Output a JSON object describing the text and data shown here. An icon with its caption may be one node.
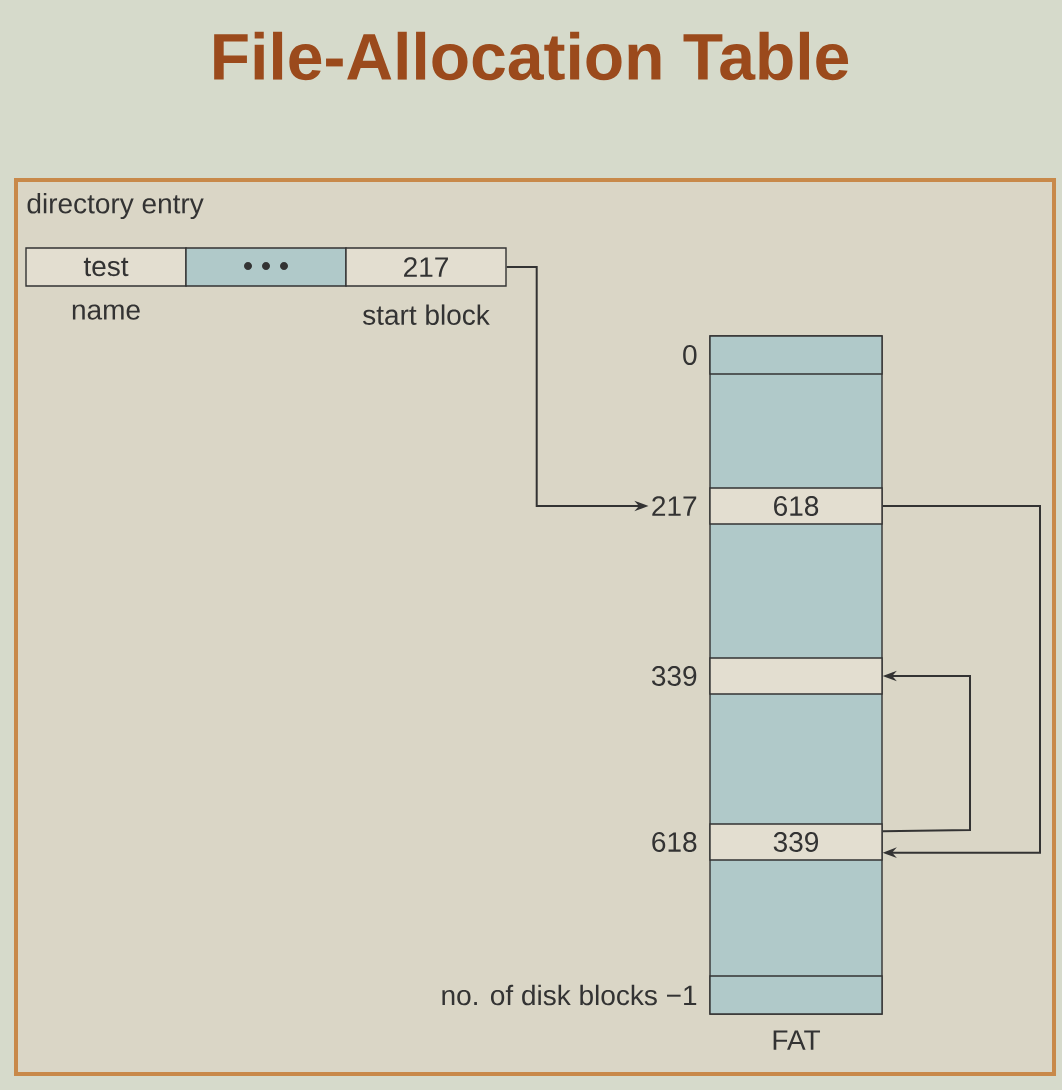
{
  "diagram": {
    "title": "File-Allocation Table",
    "nodes": [
      {
        "text": [
          "test"
        ],
        "beside": [
          "name"
        ]
      },
      {
        "text": [],
        "shape": "box"
      },
      {
        "text": [
          "217"
        ],
        "beside": [
          "start block"
        ]
      },
      {
        "text": [],
        "shape": "box",
        "beside": [
          "FAT"
        ]
      },
      {
        "text": [],
        "shape": "box",
        "in": 3,
        "beside": [
          "0"
        ]
      },
      {
        "text": [
          "618"
        ],
        "in": 3,
        "beside": [
          "217"
        ]
      },
      {
        "text": [],
        "shape": "box",
        "in": 3,
        "beside": [
          "339"
        ]
      },
      {
        "text": [
          "339"
        ],
        "in": 3,
        "beside": [
          "618"
        ]
      },
      {
        "text": [],
        "shape": "box",
        "in": 3,
        "beside": [
          "no. of disk blocks −1"
        ]
      }
    ],
    "edges": [
      {
        "from": 2,
        "to": 5,
        "arrow": "to"
      },
      {
        "from": 5,
        "to": 7,
        "arrow": "to"
      },
      {
        "from": 7,
        "to": 6,
        "arrow": "to"
      }
    ],
    "labels": [
      "directory entry"
    ]
  }
}
